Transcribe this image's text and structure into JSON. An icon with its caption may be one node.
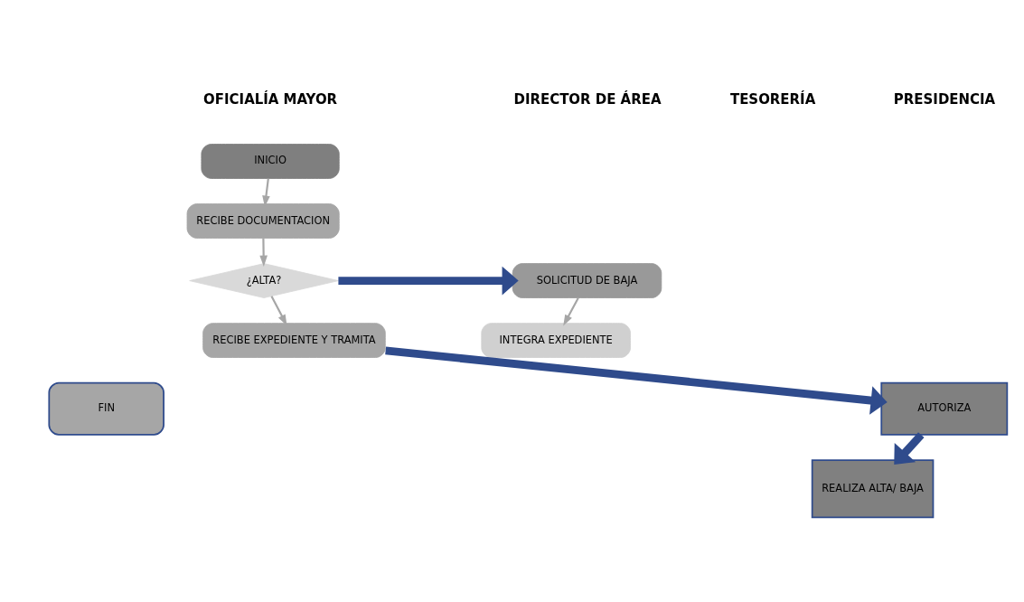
{
  "diagram": {
    "nodes": [
      {
        "text": [
          "INICIO"
        ]
      },
      {
        "text": [
          "RECIBE DOCUMENTACION"
        ]
      },
      {
        "text": [
          "¿ALTA?"
        ]
      },
      {
        "text": [
          "RECIBE EXPEDIENTE Y TRAMITA"
        ]
      },
      {
        "text": [
          "SOLICITUD DE BAJA"
        ]
      },
      {
        "text": [
          "INTEGRA EXPEDIENTE"
        ]
      },
      {
        "text": [
          "AUTORIZA"
        ]
      },
      {
        "text": [
          "REALIZA ALTA/ BAJA"
        ]
      },
      {
        "text": [
          "FIN"
        ]
      }
    ],
    "edges": [
      {
        "from": 0,
        "to": 1,
        "arrow": "to"
      },
      {
        "from": 1,
        "to": 2,
        "arrow": "to"
      },
      {
        "from": 2,
        "to": 3,
        "arrow": "to"
      },
      {
        "from": 2,
        "to": 4,
        "arrow": "to",
        "style": "thick",
        "color": "#2f4b8c"
      },
      {
        "from": 4,
        "to": 5,
        "arrow": "to"
      },
      {
        "from": 3,
        "to": 6,
        "arrow": "to",
        "style": "thick",
        "color": "#2f4b8c"
      },
      {
        "from": 6,
        "to": 7,
        "arrow": "to",
        "style": "thick",
        "color": "#2f4b8c"
      }
    ],
    "labels": [
      "OFICIALÍA MAYOR",
      "DIRECTOR DE ÁREA",
      "TESORERÍA",
      "PRESIDENCIA"
    ]
  }
}
